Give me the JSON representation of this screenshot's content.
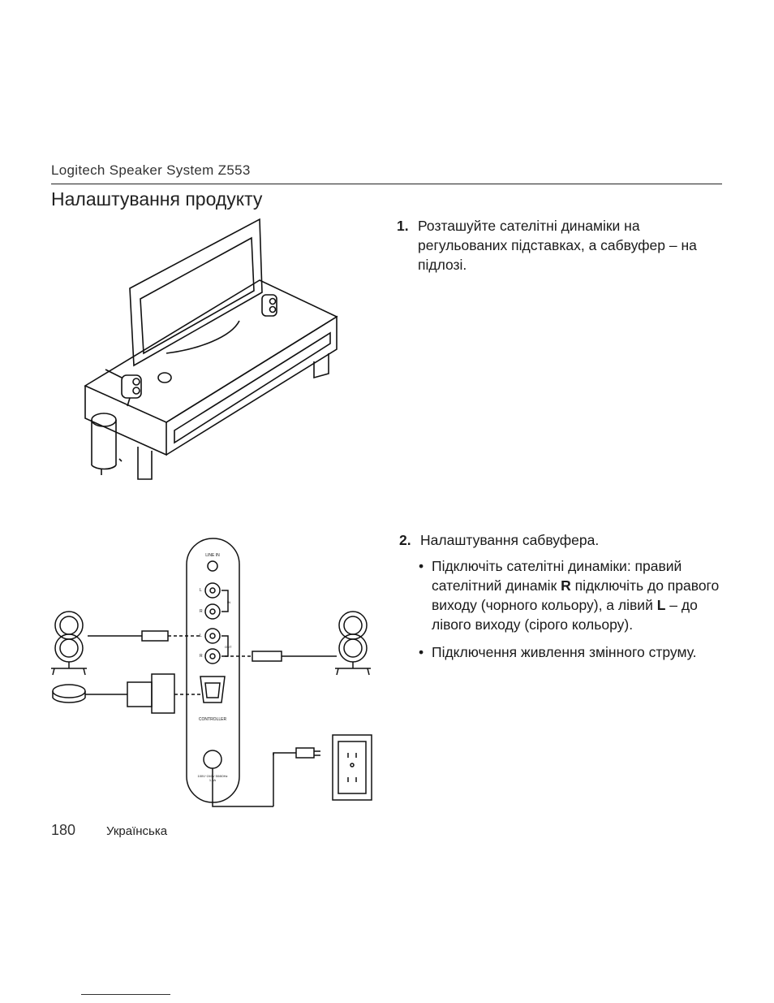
{
  "header": {
    "brand": "Logitech Speaker System Z553"
  },
  "title": "Налаштування продукту",
  "steps": [
    {
      "number": "1.",
      "text": "Розташуйте сателітні динаміки на регульованих підставках, а сабвуфер – на підлозі."
    },
    {
      "number": "2.",
      "text": "Налаштування сабвуфера.",
      "bullets": [
        {
          "pre": "Підключіть сателітні динаміки: правий сателітний динамік ",
          "bold1": "R",
          "mid": " підключіть до правого виходу (чорного кольору), а лівий ",
          "bold2": "L",
          "post": " – до лівого виходу (сірого кольору)."
        },
        {
          "text": "Підключення живлення змінного струму."
        }
      ]
    }
  ],
  "diagram": {
    "line_in": "LINE IN",
    "jack_l": "L",
    "jack_r": "R",
    "in_label": "IN",
    "out_label": "OUT",
    "controller": "CONTROLLER",
    "power_label_1": "100V~240V  50/60Hz",
    "power_label_2": "1.5A"
  },
  "footer": {
    "page_number": "180",
    "language": "Українська"
  }
}
